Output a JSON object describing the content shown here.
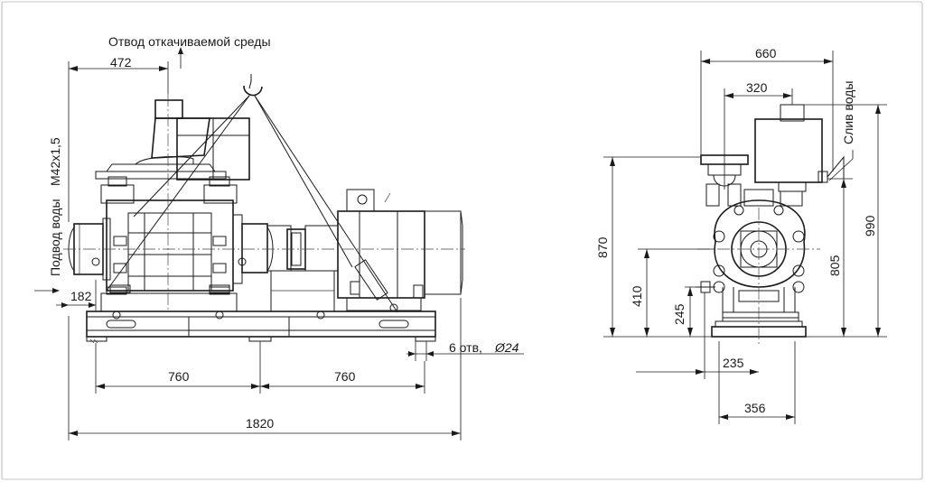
{
  "labels": {
    "outlet": "Отвод откачиваемой среды",
    "inlet_water": "Подвод воды",
    "inlet_thread": "М42х1,5",
    "drain": "Слив воды",
    "holes": "6 отв,",
    "hole_diameter": "Ø24"
  },
  "dimensions": {
    "front_472": "472",
    "front_182": "182",
    "front_760_left": "760",
    "front_760_right": "760",
    "front_1820": "1820",
    "side_660": "660",
    "side_320": "320",
    "side_870": "870",
    "side_410": "410",
    "side_245": "245",
    "side_805": "805",
    "side_990": "990",
    "side_235": "235",
    "side_356": "356"
  }
}
